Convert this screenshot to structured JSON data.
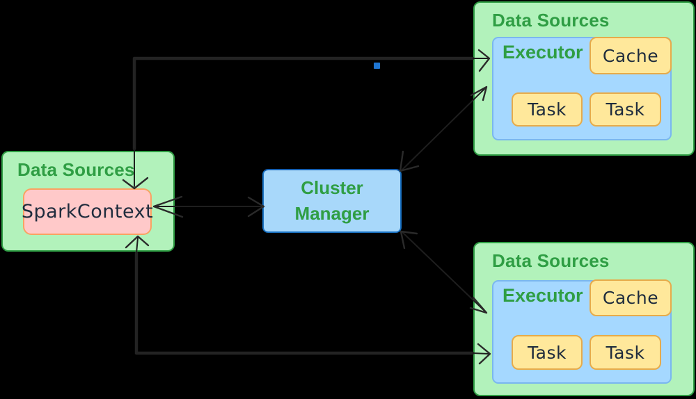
{
  "diagram": {
    "title_context": "Spark cluster architecture diagram on black canvas",
    "groups": [
      {
        "id": "driver",
        "title": "Data Sources",
        "node_label": "SparkContext"
      },
      {
        "id": "worker-top",
        "title": "Data Sources",
        "executor_label": "Executor",
        "cache_label": "Cache",
        "task_labels": [
          "Task",
          "Task"
        ]
      },
      {
        "id": "worker-bottom",
        "title": "Data Sources",
        "executor_label": "Executor",
        "cache_label": "Cache",
        "task_labels": [
          "Task",
          "Task"
        ]
      }
    ],
    "cluster_manager": {
      "label_lines": [
        "Cluster",
        "Manager"
      ]
    },
    "edges": [
      {
        "from": "spark-context",
        "to": "executor-top",
        "bidirectional": true,
        "route": "orthogonal-top"
      },
      {
        "from": "spark-context",
        "to": "executor-bottom",
        "bidirectional": true,
        "route": "orthogonal-bottom"
      },
      {
        "from": "spark-context",
        "to": "cluster-manager",
        "bidirectional": true,
        "route": "straight"
      },
      {
        "from": "cluster-manager",
        "to": "executor-top",
        "bidirectional": true,
        "route": "diagonal"
      },
      {
        "from": "cluster-manager",
        "to": "executor-bottom",
        "bidirectional": true,
        "route": "diagonal"
      }
    ],
    "colors": {
      "background": "#000000",
      "group_fill": "#b2f2bb",
      "group_border": "#2f9e44",
      "title_text": "#2f9e44",
      "executor_fill": "#a5d8ff",
      "executor_border": "#7ab7ef",
      "cluster_fill": "#a8d8fa",
      "cluster_border": "#1971c2",
      "yellow_fill": "#ffe89b",
      "yellow_border": "#e7ab4a",
      "context_fill": "#ffc9c9",
      "context_border": "#f9a262",
      "hand_text": "#1f2c3d",
      "line": "#232323",
      "selection_handle": "#1f76d2"
    }
  }
}
